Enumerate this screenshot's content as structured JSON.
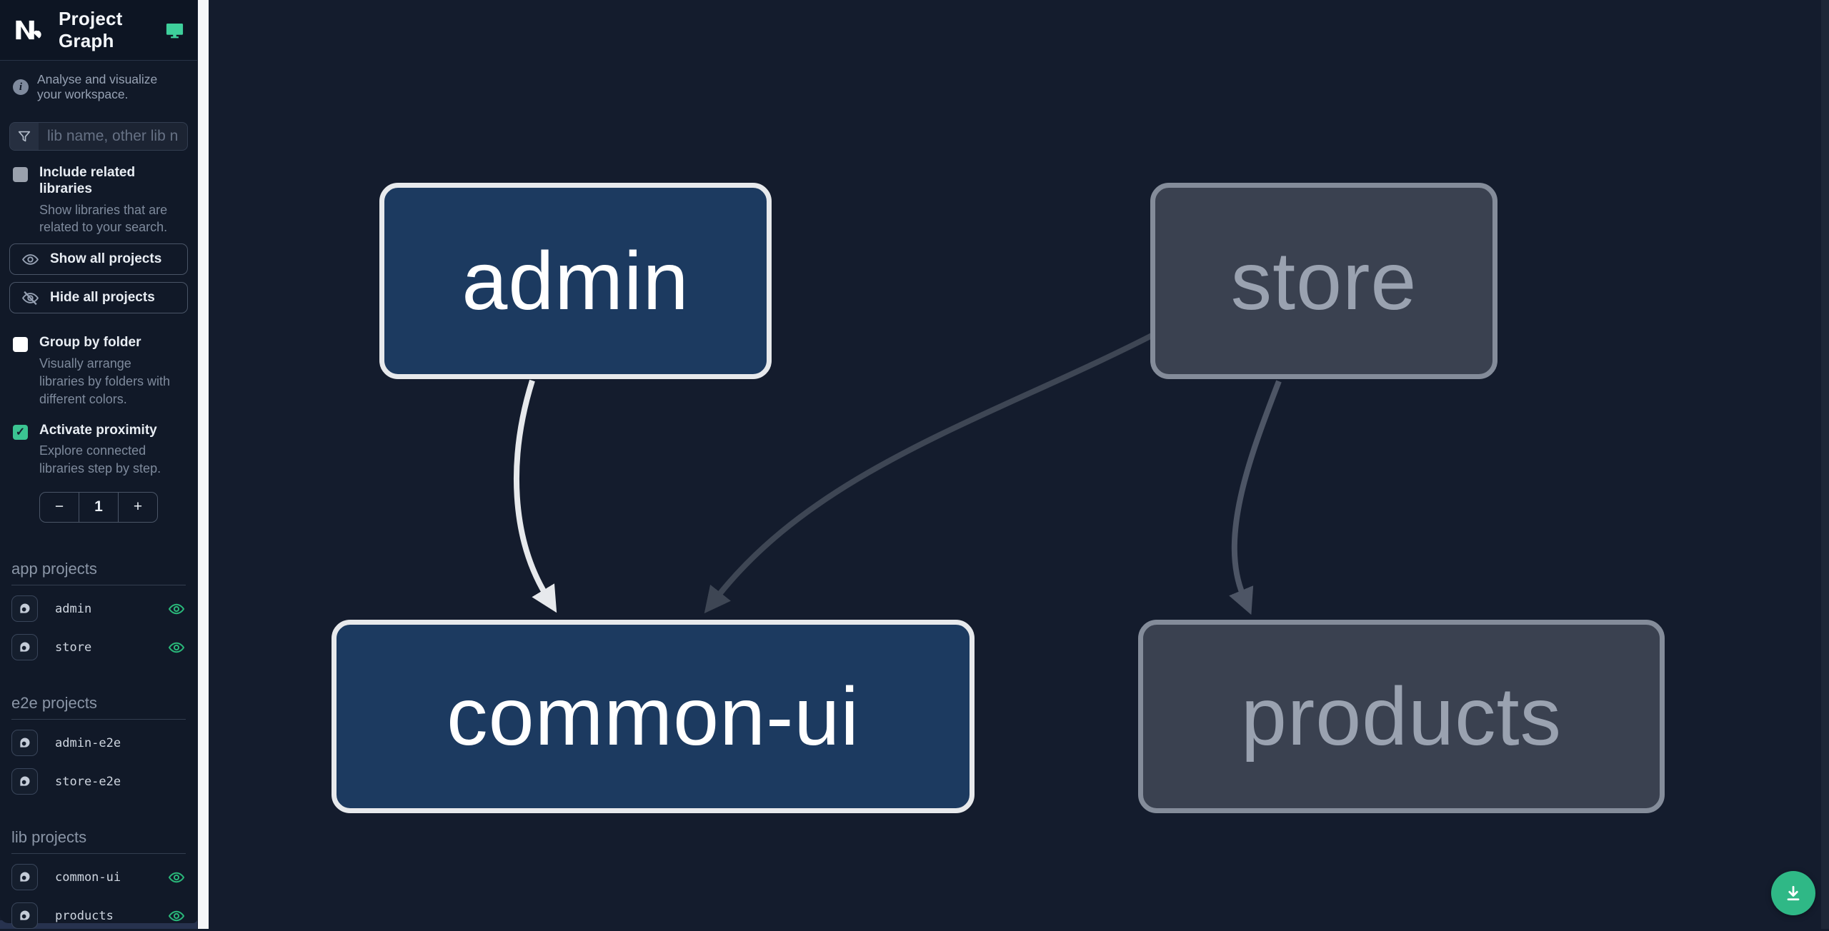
{
  "header": {
    "title": "Project Graph",
    "subtitle": "Analyse and visualize your workspace."
  },
  "search": {
    "placeholder": "lib name, other lib name"
  },
  "controls": {
    "include_related": {
      "label": "Include related libraries",
      "description": "Show libraries that are related to your search.",
      "checked": false
    },
    "show_all_label": "Show all projects",
    "hide_all_label": "Hide all projects",
    "group_by_folder": {
      "label": "Group by folder",
      "description": "Visually arrange libraries by folders with different colors.",
      "checked": false
    },
    "activate_proximity": {
      "label": "Activate proximity",
      "description": "Explore connected libraries step by step.",
      "checked": true
    },
    "proximity_stepper": {
      "decrement": "−",
      "value": "1",
      "increment": "+"
    }
  },
  "icons": {
    "check": "✓"
  },
  "sections": {
    "app": {
      "title": "app projects",
      "items": [
        {
          "name": "admin",
          "visible": true
        },
        {
          "name": "store",
          "visible": true
        }
      ]
    },
    "e2e": {
      "title": "e2e projects",
      "items": [
        {
          "name": "admin-e2e",
          "visible": false
        },
        {
          "name": "store-e2e",
          "visible": false
        }
      ]
    },
    "lib": {
      "title": "lib projects",
      "items": [
        {
          "name": "common-ui",
          "visible": true
        },
        {
          "name": "products",
          "visible": true
        }
      ]
    }
  },
  "graph": {
    "nodes": [
      {
        "label": "admin",
        "state": "highlighted"
      },
      {
        "label": "store",
        "state": "dimmed"
      },
      {
        "label": "common-ui",
        "state": "highlighted"
      },
      {
        "label": "products",
        "state": "dimmed"
      }
    ],
    "edges": [
      {
        "from": "admin",
        "to": "common-ui",
        "style": "highlighted"
      },
      {
        "from": "store",
        "to": "common-ui",
        "style": "dimmed"
      },
      {
        "from": "store",
        "to": "products",
        "style": "dimmed"
      }
    ]
  },
  "colors": {
    "accent_teal": "#34c08c",
    "fab_teal": "#2fb886",
    "checkbox_checked": "#3bc492",
    "node_highlight_fill": "#1c3a60",
    "node_highlight_border": "#e7e9ec",
    "node_dim_fill": "#3a4150",
    "node_dim_border": "#848c9a",
    "edge_highlight": "#e7e9ec",
    "edge_dim": "#3e4654",
    "edge_dim_light": "#4d5565",
    "sidebar_bg": "#111928",
    "canvas_bg": "#141c2d"
  }
}
